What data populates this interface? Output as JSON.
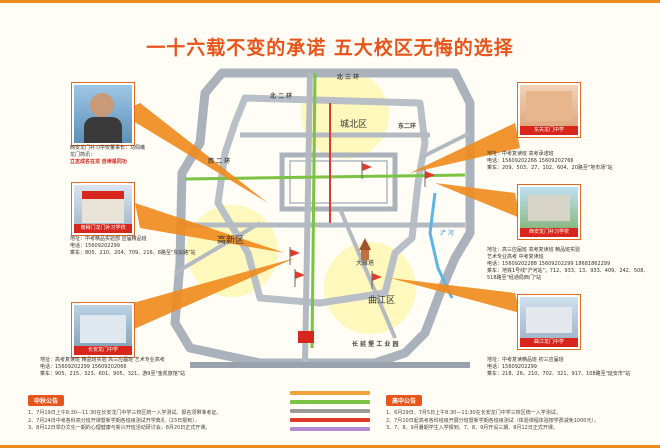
{
  "title": "一十六载不变的承诺  五大校区无悔的选择",
  "map": {
    "ring_labels": {
      "north_third": "北 三 环",
      "north_second": "北 二 环",
      "west_second": "西 二 环",
      "east_second": "东二环"
    },
    "district_labels": {
      "chengbei": "城北区",
      "gaoxin": "高新区",
      "qujiang": "曲江区",
      "dayan": "大雁塔"
    },
    "road_labels": {
      "changyan": "长 延 堡 工 业 园",
      "river": "浐 河"
    }
  },
  "campuses": [
    {
      "id": "left-top",
      "caption": "",
      "lines": [
        "西安龙门补习学校董事长：马佩曦",
        "龙门简讯：",
        "立志成名在龙 自律是同功"
      ]
    },
    {
      "id": "left-middle",
      "caption": "南稍门龙门补习学校",
      "lines": [
        "地址：中考精品实验部   应届精品班",
        "电话：15609202299",
        "乘车：805、210、204、709、216、8路至\"东仪路\"站"
      ]
    },
    {
      "id": "left-bottom",
      "caption": "长安龙门中学",
      "lines": [
        "地址：高考复读班  精品班实验  高三应届班  艺术专业高考",
        "电话：15609202299   15609202066",
        "乘车：905、215、323、601、905、321、游9至\"金凯旅馆\"站"
      ]
    },
    {
      "id": "right-top",
      "caption": "东关龙门中学",
      "lines": [
        "地址：中考复读班   高考承诺班",
        "电话：15609202266   15609202766",
        "乘车：209、503、27、102、604、20路至\"地市场\"站"
      ]
    },
    {
      "id": "right-middle",
      "caption": "西安龙门补习学校",
      "lines": [
        "地址：高三应届班  高考复读班  精品班实验",
        "    艺术专业高考  中考复读班",
        "电话：15609202288  15609202299  18681862299",
        "乘车：地铁1号线\"浐河站\"；712、933、13、933、409、242、508、",
        "    518路至\"经通局西门\"站"
      ]
    },
    {
      "id": "right-bottom",
      "caption": "曲江龙门中学",
      "lines": [
        "地址：中考复读精品班   初三应届班",
        "电话：15609202299",
        "乘车：218、26、210、702、321、917、108路至\"延安市\"站"
      ]
    }
  ],
  "notices": [
    {
      "id": "left",
      "header": "中秋公告",
      "lines": [
        "1、7月19日上午8:30—11:30在长安龙门中学三校区统一入学测试。报名须带准考证。",
        "2、7月24日中考各科高分班开课暨新学期各班级测试开学典礼（23日报到）。",
        "3、8月12日举办文化一期的心理健康与新兴开班活动研讨会，8月20日正式开课。"
      ]
    },
    {
      "id": "right",
      "header": "高中公告",
      "lines": [
        "1、6月29日、7月5日上午8:30—11:30在长安龙门中学三校区统一入学测试。",
        "2、7月10日起高考各科班级开展分班暨新学期各班级测试（体验课程体验按学费减免1000元）。",
        "3、7、8、9月暑期学生入学报到、7、8、9月开设三期、8月12日正式开课。"
      ]
    }
  ],
  "legend_colors": [
    "#f2a23a",
    "#7cc243",
    "#9b9b9b",
    "#e23a2a",
    "#b58cd1"
  ],
  "colors": {
    "accent": "#e8551b",
    "road": "#9aa3ad",
    "ring": "#c7ccd3",
    "metro": "#7cc243"
  }
}
